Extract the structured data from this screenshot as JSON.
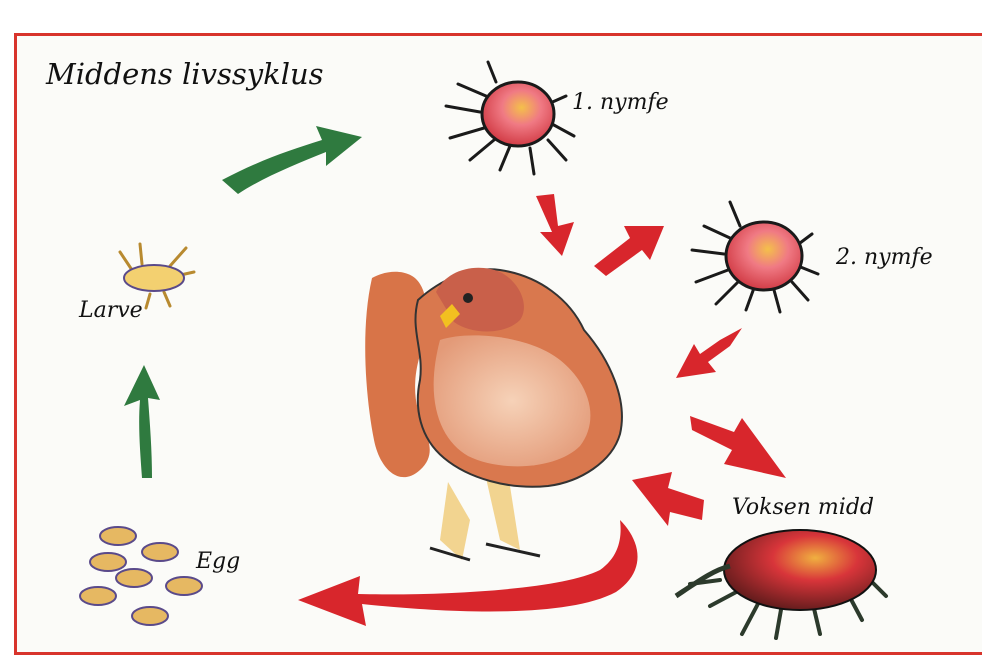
{
  "diagram": {
    "title": "Middens livssyklus",
    "stages": {
      "nymph1": "1. nymfe",
      "nymph2": "2. nymfe",
      "larva": "Larve",
      "adult": "Voksen midd",
      "egg": "Egg"
    }
  },
  "colors": {
    "frame": "#d8342c",
    "arrow_green": "#2f7a3f",
    "arrow_red": "#d8262c",
    "mite_body": "#e8606a",
    "hen_body": "#d9784e"
  }
}
